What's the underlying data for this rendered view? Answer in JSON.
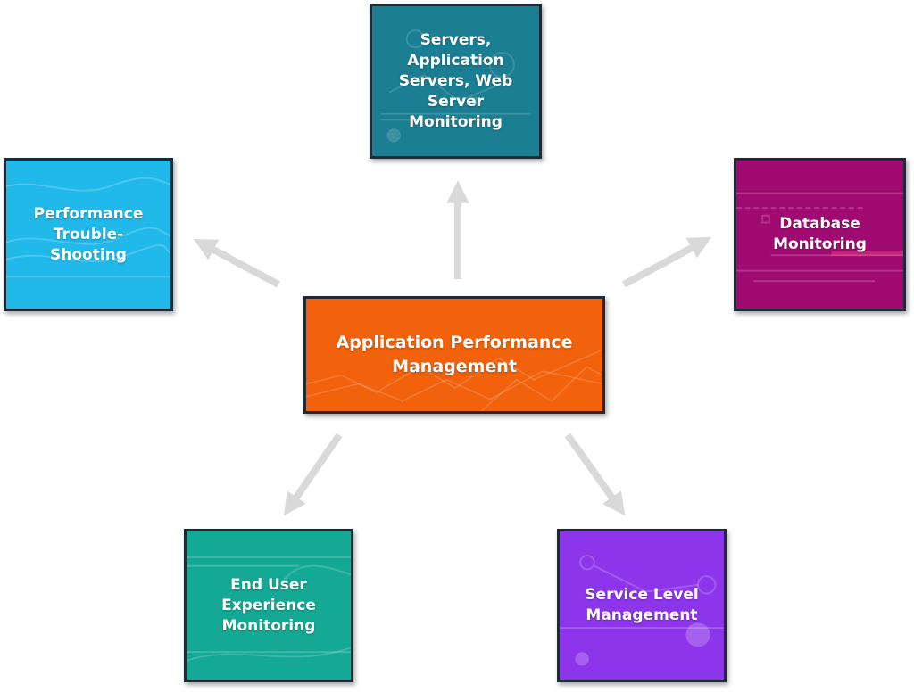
{
  "diagram": {
    "center": {
      "line1": "Application Performance",
      "line2": "Management",
      "color": "#f2610c"
    },
    "nodes": {
      "top": {
        "lines": [
          "Servers,",
          "Application",
          "Servers, Web",
          "Server",
          "Monitoring"
        ],
        "color": "#1b7e93"
      },
      "left": {
        "lines": [
          "Performance",
          "Trouble-",
          "Shooting"
        ],
        "color": "#21b8ea"
      },
      "right": {
        "lines": [
          "Database",
          "Monitoring"
        ],
        "color": "#a00b72"
      },
      "bottom_left": {
        "lines": [
          "End User",
          "Experience",
          "Monitoring"
        ],
        "color": "#14a994"
      },
      "bottom_right": {
        "lines": [
          "Service Level",
          "Management"
        ],
        "color": "#8c35ea"
      }
    },
    "arrow_color": "#d9d9d9"
  }
}
